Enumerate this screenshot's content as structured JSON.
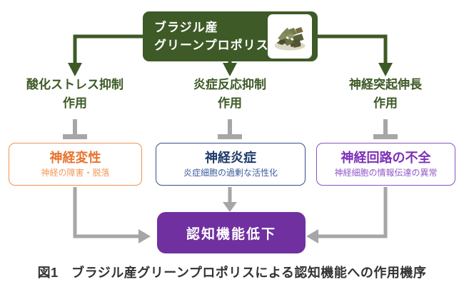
{
  "figure": {
    "source_box": {
      "line1": "ブラジル産",
      "line2": "グリーンプロポリス",
      "image": "propolis-chunks-photo"
    },
    "actions": [
      {
        "line1": "酸化ストレス抑制",
        "line2": "作用"
      },
      {
        "line1": "炎症反応抑制",
        "line2": "作用"
      },
      {
        "line1": "神経突起伸長",
        "line2": "作用"
      }
    ],
    "outcomes": [
      {
        "title": "神経変性",
        "subtitle": "神経の障害・脱落",
        "accent": "#e8742c"
      },
      {
        "title": "神経炎症",
        "subtitle": "炎症細胞の過剰な活性化",
        "accent": "#1e3a6b"
      },
      {
        "title": "神経回路の不全",
        "subtitle": "神経細胞の情報伝達の異常",
        "accent": "#7c2fb8"
      }
    ],
    "result_box": {
      "label": "認知機能低下"
    },
    "caption": "図1　ブラジル産グリーンプロポリスによる認知機能への作用機序",
    "colors": {
      "source_green": "#3e5a27",
      "arrow_green": "#3d5a26",
      "inhibitor_gray": "#a6a6a6",
      "orange_accent": "#e8742c",
      "navy_accent": "#1e3a6b",
      "purple_accent": "#7c2fb8",
      "result_purple": "#7030a0",
      "caption_color": "#333333"
    }
  }
}
